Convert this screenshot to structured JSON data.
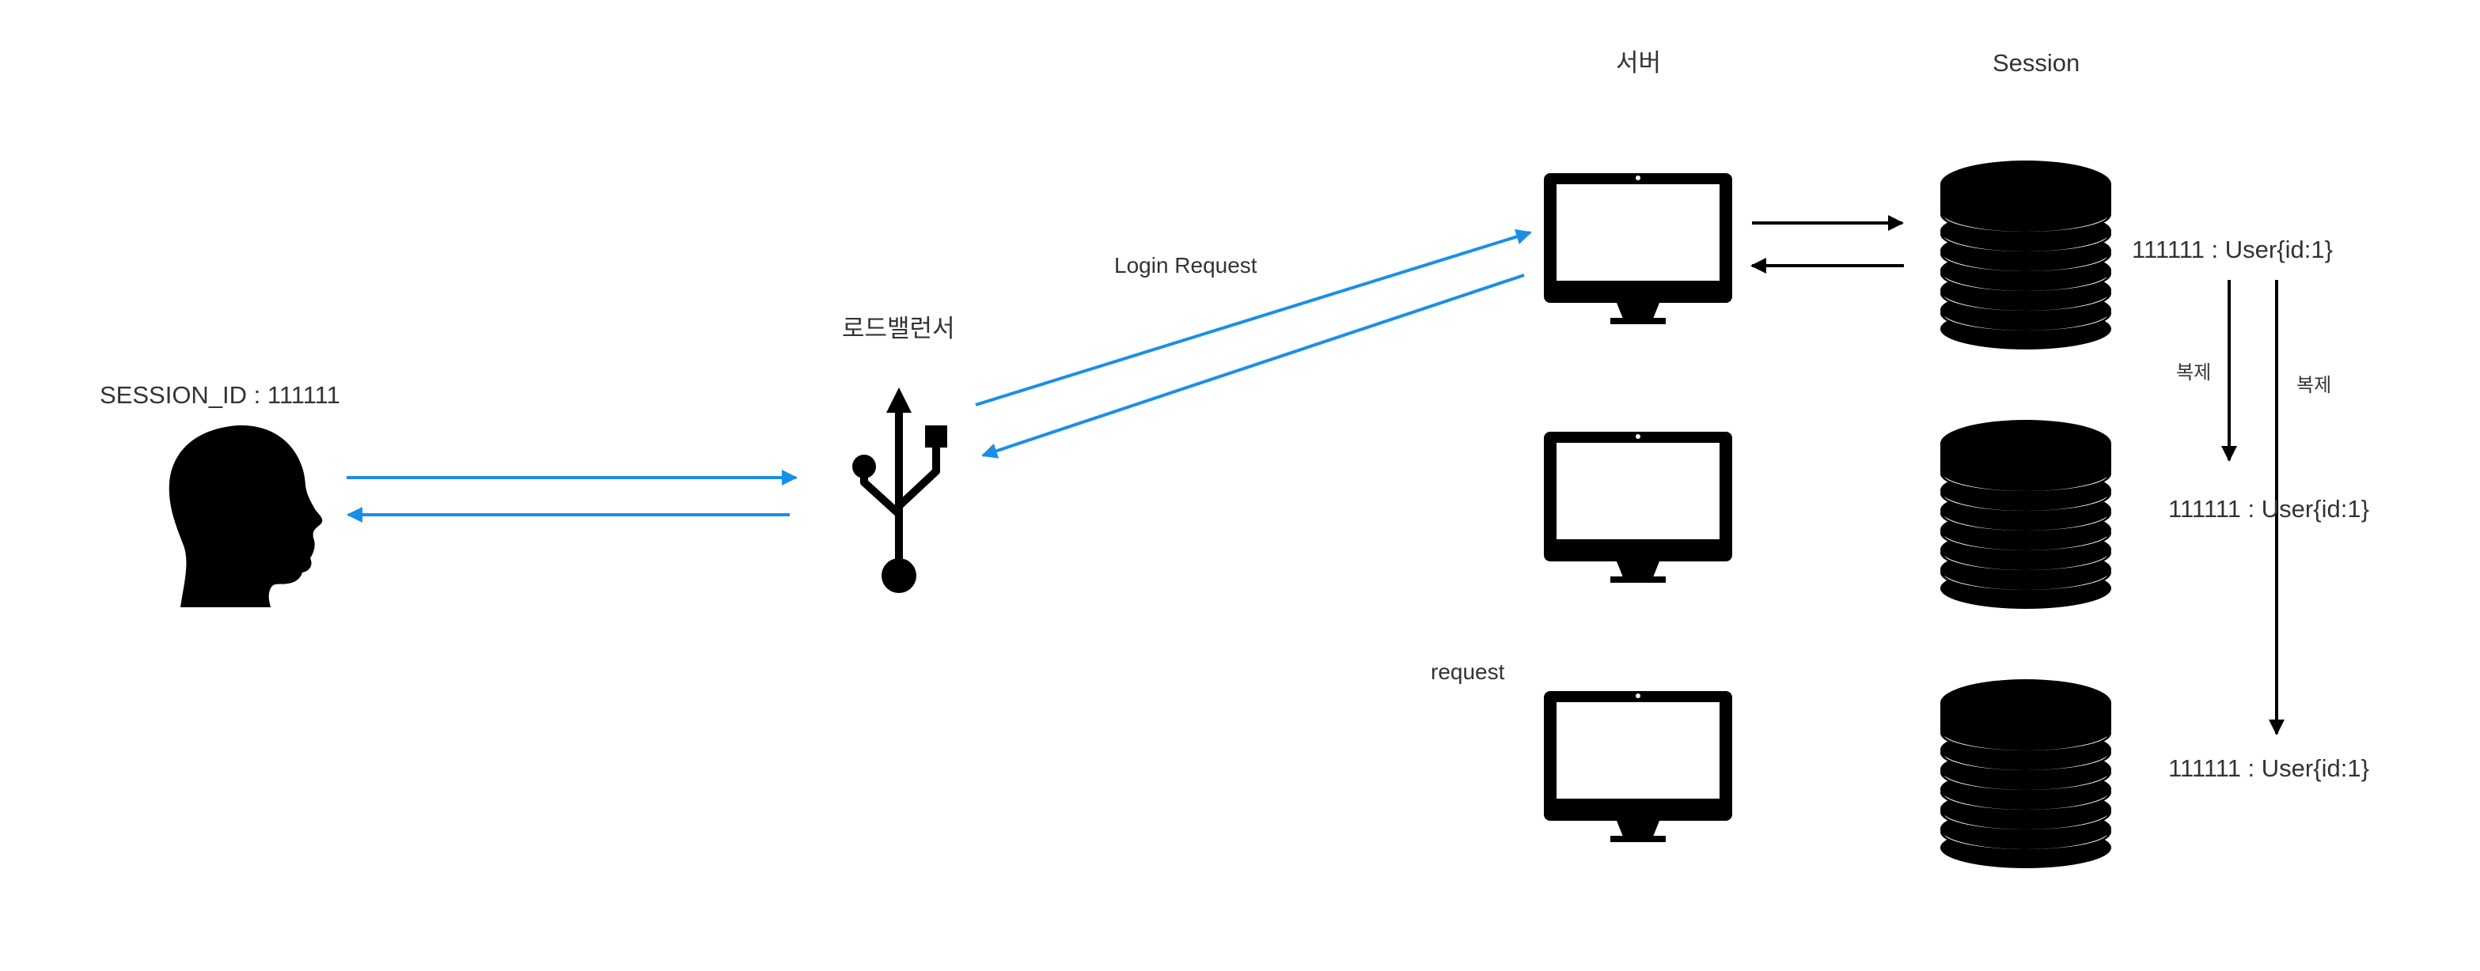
{
  "labels": {
    "server_header": "서버",
    "session_header": "Session",
    "login_request": "Login Request",
    "load_balancer": "로드밸런서",
    "client_session_id": "SESSION_ID : 111111",
    "request": "request",
    "replicate_1": "복제",
    "replicate_2": "복제"
  },
  "sessions": [
    {
      "text": "111111 : User{id:1}"
    },
    {
      "text": "111111 : User{id:1}"
    },
    {
      "text": "111111 : User{id:1}"
    }
  ],
  "colors": {
    "request_arrow": "#1a8fe8",
    "server_arrow": "#000000",
    "icon": "#000000"
  },
  "icons": {
    "client": "person-head-icon",
    "load_balancer": "usb-icon",
    "server": "monitor-icon",
    "session_store": "database-icon"
  }
}
